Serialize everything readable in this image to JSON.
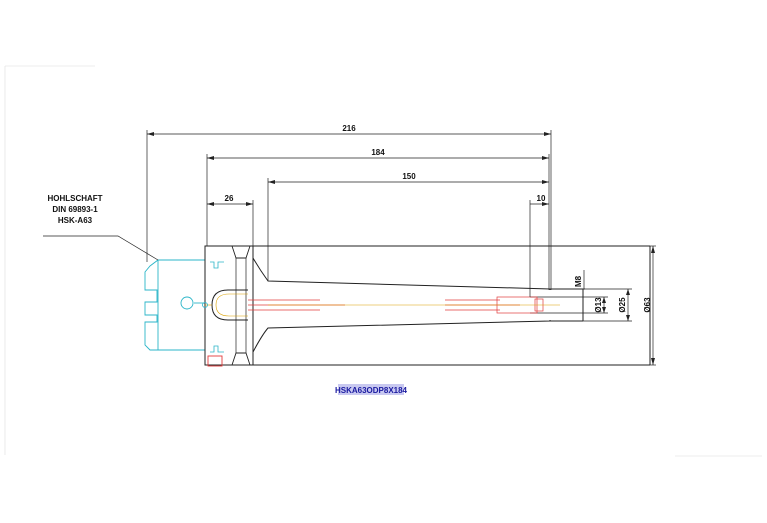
{
  "dimensions": {
    "overall_length": "216",
    "body_length": "184",
    "bore_depth": "150",
    "shank_flange": "26",
    "end_step": "10",
    "thread": "M8",
    "bore_diameter": "Ø13",
    "tip_diameter": "Ø25",
    "body_diameter": "Ø63"
  },
  "annotation": {
    "line1": "HOHLSCHAFT",
    "line2": "DIN 69893-1",
    "line3": "HSK-A63"
  },
  "part_number": "HSKA63ODP8X184",
  "colors": {
    "outline": "#222222",
    "shank": "#2bb5c8",
    "centerline": "#e23b3b",
    "hidden": "#d9a000",
    "label_bg": "#c8c8f0"
  }
}
